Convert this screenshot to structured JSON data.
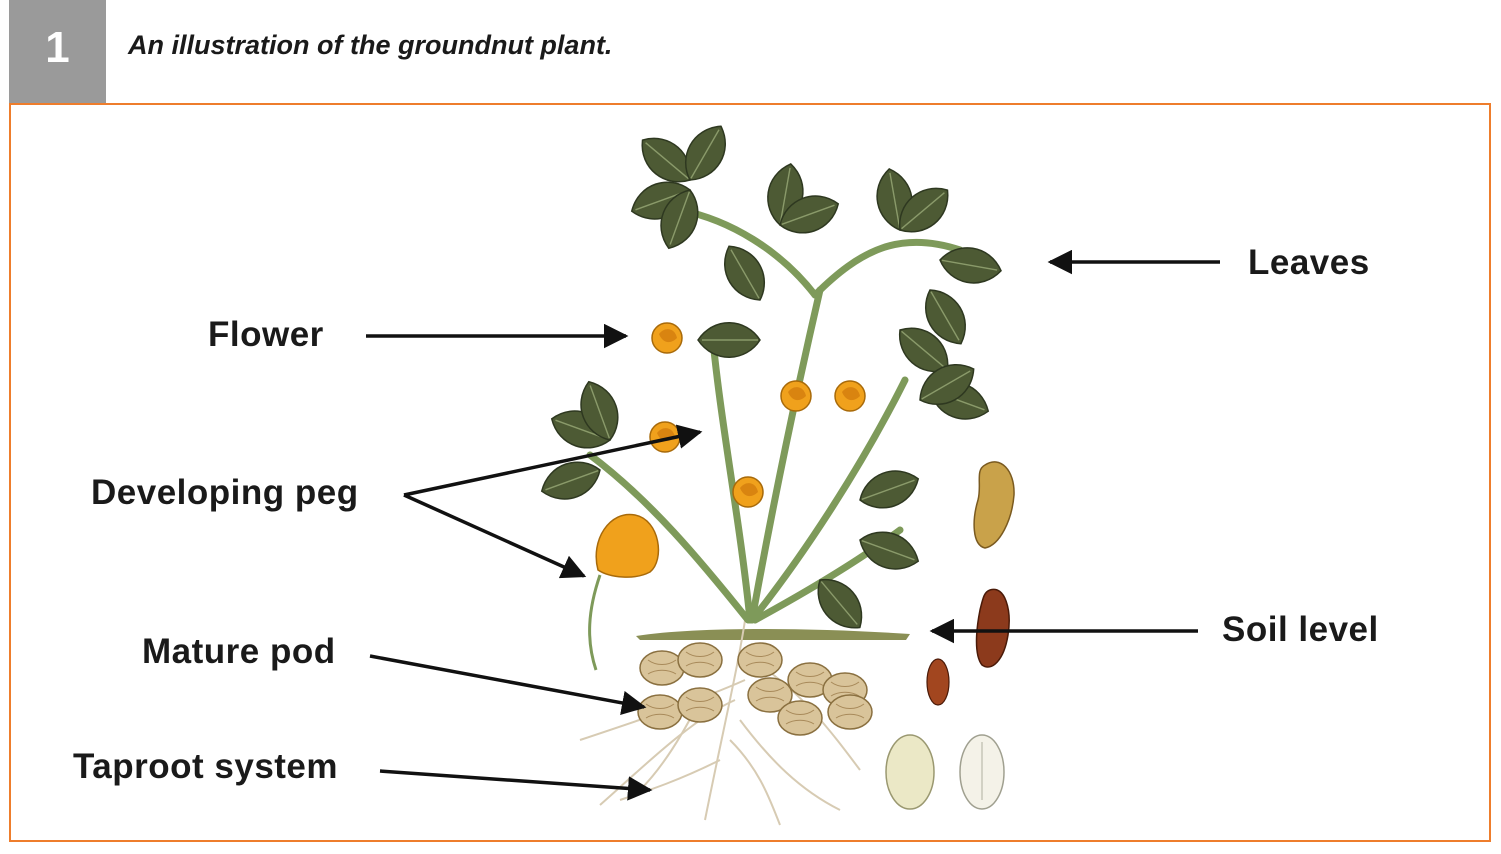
{
  "figure": {
    "number": "1",
    "caption": "An illustration of the groundnut plant."
  },
  "labels": {
    "leaves": "Leaves",
    "flower": "Flower",
    "developing_peg": "Developing peg",
    "soil_level": "Soil level",
    "mature_pod": "Mature pod",
    "taproot_system": "Taproot system"
  },
  "colors": {
    "frame_border": "#ee7d2c",
    "number_box": "#9a9a9a",
    "leaf": "#4d5a34",
    "flower": "#f0a11c",
    "pod": "#d9c49a",
    "seed": "#8c3a1c"
  }
}
